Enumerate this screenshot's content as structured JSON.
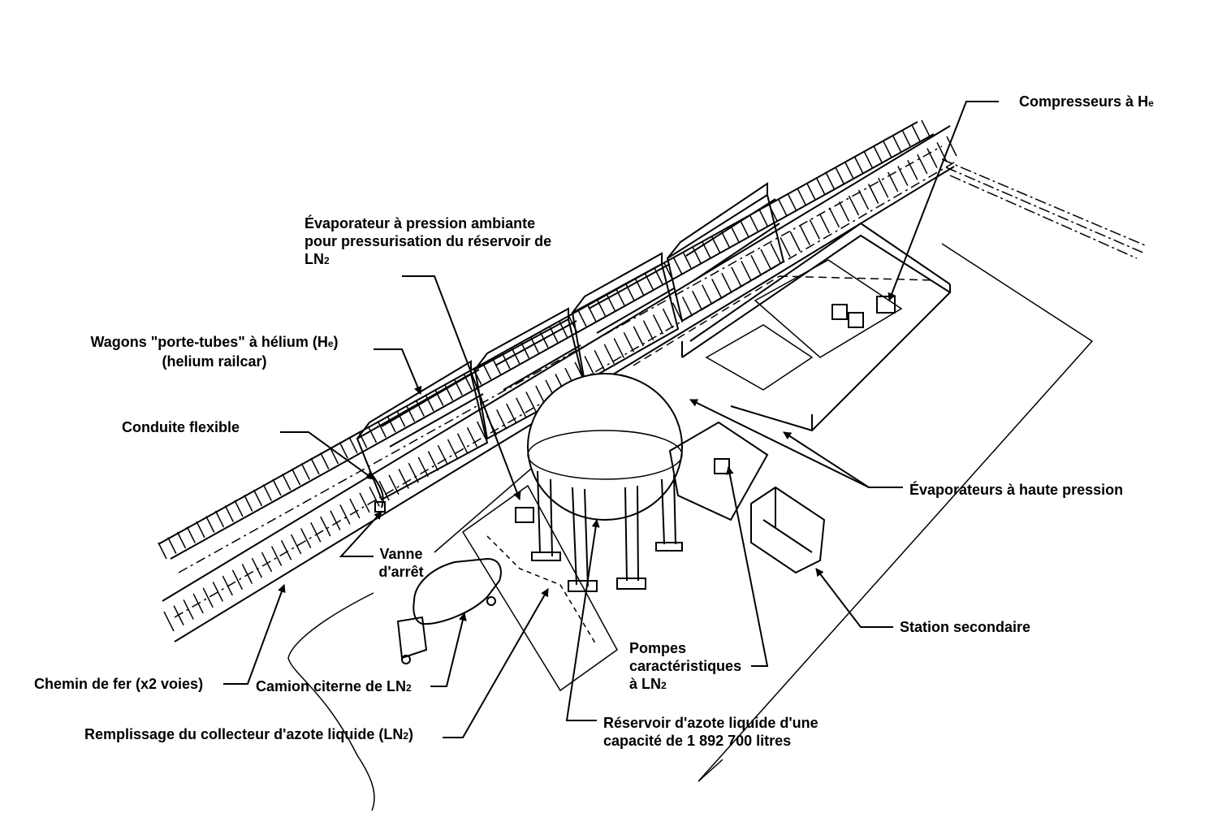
{
  "labels": {
    "compresseurs": {
      "text": "Compresseurs à H",
      "sub": "e"
    },
    "evaporateur_ambiant": {
      "line1": "Évaporateur à pression ambiante",
      "line2": "pour pressurisation du réservoir de",
      "line3": "LN",
      "line3_sub": "2"
    },
    "wagons": {
      "line1": "Wagons \"porte-tubes\" à hélium (H",
      "line1_sub": "e",
      "line1_end": ")",
      "line2": "(helium railcar)"
    },
    "conduite": "Conduite flexible",
    "vanne": {
      "line1": "Vanne",
      "line2": "d'arrêt"
    },
    "evaporateurs_hp": "Évaporateurs à haute pression",
    "station": "Station secondaire",
    "pompes": {
      "line1": "Pompes",
      "line2": "caractéristiques",
      "line3": "à LN",
      "line3_sub": "2"
    },
    "chemin": "Chemin de fer (x2 voies)",
    "camion": {
      "text": "Camion citerne de LN",
      "sub": "2"
    },
    "reservoir": {
      "line1": "Réservoir d'azote liquide d'une",
      "line2": "capacité de 1 892 700 litres"
    },
    "remplissage": {
      "text": "Remplissage du collecteur d'azote liquide (LN",
      "sub": "2",
      "end": ")"
    }
  }
}
